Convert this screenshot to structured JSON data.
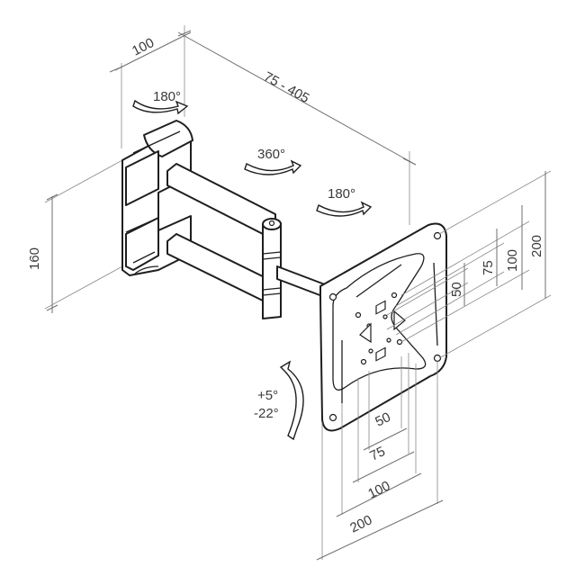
{
  "dimensions": {
    "depth": "100",
    "arm_reach": "75 - 405",
    "wall_plate_height": "160",
    "vesa_vertical": [
      "50",
      "75",
      "100",
      "200"
    ],
    "vesa_horizontal": [
      "50",
      "75",
      "100",
      "200"
    ]
  },
  "rotations": {
    "wall_swivel": "180°",
    "arm_swivel": "360°",
    "head_swivel": "180°",
    "tilt_up": "+5°",
    "tilt_down": "-22°"
  }
}
